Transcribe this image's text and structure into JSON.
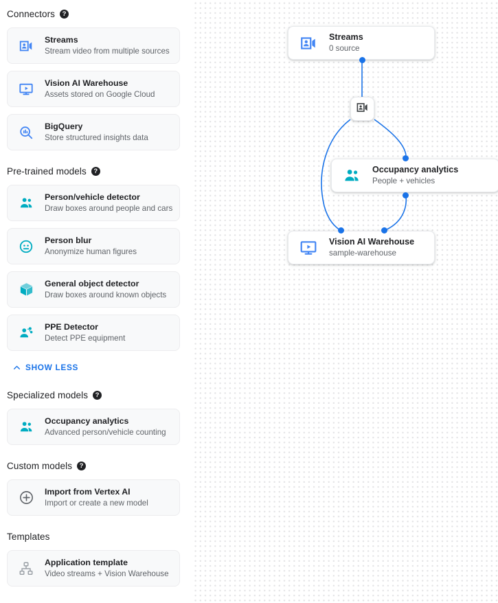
{
  "colors": {
    "accent_blue": "#1a73e8",
    "icon_blue": "#4285f4",
    "icon_teal": "#00acc1",
    "icon_gray": "#9aa0a6",
    "card_bg": "#f8f9fa",
    "text_primary": "#202124",
    "text_secondary": "#5f6368",
    "edge_stroke": "#1a73e8"
  },
  "sidebar": {
    "sections": [
      {
        "title": "Connectors",
        "help_icon": "help-icon",
        "has_help": true,
        "items": [
          {
            "title": "Streams",
            "subtitle": "Stream video from multiple sources",
            "icon": "video-camera-person-icon",
            "icon_color": "#4285f4"
          },
          {
            "title": "Vision AI Warehouse",
            "subtitle": "Assets stored on Google Cloud",
            "icon": "monitor-play-icon",
            "icon_color": "#4285f4"
          },
          {
            "title": "BigQuery",
            "subtitle": "Store structured insights data",
            "icon": "bigquery-magnifier-icon",
            "icon_color": "#4285f4"
          }
        ]
      },
      {
        "title": "Pre-trained models",
        "help_icon": "help-icon",
        "has_help": true,
        "items": [
          {
            "title": "Person/vehicle detector",
            "subtitle": "Draw boxes around people and cars",
            "icon": "people-group-icon",
            "icon_color": "#00acc1"
          },
          {
            "title": "Person blur",
            "subtitle": "Anonymize human figures",
            "icon": "face-blur-icon",
            "icon_color": "#00acc1"
          },
          {
            "title": "General object detector",
            "subtitle": "Draw boxes around known objects",
            "icon": "cube-box-icon",
            "icon_color": "#00acc1"
          },
          {
            "title": "PPE Detector",
            "subtitle": "Detect PPE equipment",
            "icon": "ppe-person-gear-icon",
            "icon_color": "#00acc1"
          }
        ],
        "footer_link": {
          "label": "SHOW LESS",
          "icon": "chevron-up-icon"
        }
      },
      {
        "title": "Specialized models",
        "help_icon": "help-icon",
        "has_help": true,
        "items": [
          {
            "title": "Occupancy analytics",
            "subtitle": "Advanced person/vehicle counting",
            "icon": "people-group-icon",
            "icon_color": "#00acc1"
          }
        ]
      },
      {
        "title": "Custom models",
        "help_icon": "help-icon",
        "has_help": true,
        "items": [
          {
            "title": "Import from Vertex AI",
            "subtitle": "Import or create a new model",
            "icon": "plus-circle-icon",
            "icon_color": "#5f6368"
          }
        ]
      },
      {
        "title": "Templates",
        "has_help": false,
        "items": [
          {
            "title": "Application template",
            "subtitle": "Video streams + Vision Warehouse",
            "icon": "account-tree-icon",
            "icon_color": "#9aa0a6"
          }
        ]
      }
    ]
  },
  "canvas": {
    "nodes": [
      {
        "id": "streams",
        "title": "Streams",
        "subtitle": "0 source",
        "icon": "video-camera-person-icon",
        "icon_color": "#4285f4"
      },
      {
        "id": "hub",
        "title": "",
        "subtitle": "",
        "icon": "video-camera-person-icon",
        "icon_color": "#3c4043"
      },
      {
        "id": "occupancy",
        "title": "Occupancy analytics",
        "subtitle": "People + vehicles",
        "icon": "people-group-icon",
        "icon_color": "#00acc1"
      },
      {
        "id": "warehouse",
        "title": "Vision AI Warehouse",
        "subtitle": "sample-warehouse",
        "icon": "monitor-play-icon",
        "icon_color": "#4285f4"
      }
    ]
  },
  "help_glyph": "?"
}
